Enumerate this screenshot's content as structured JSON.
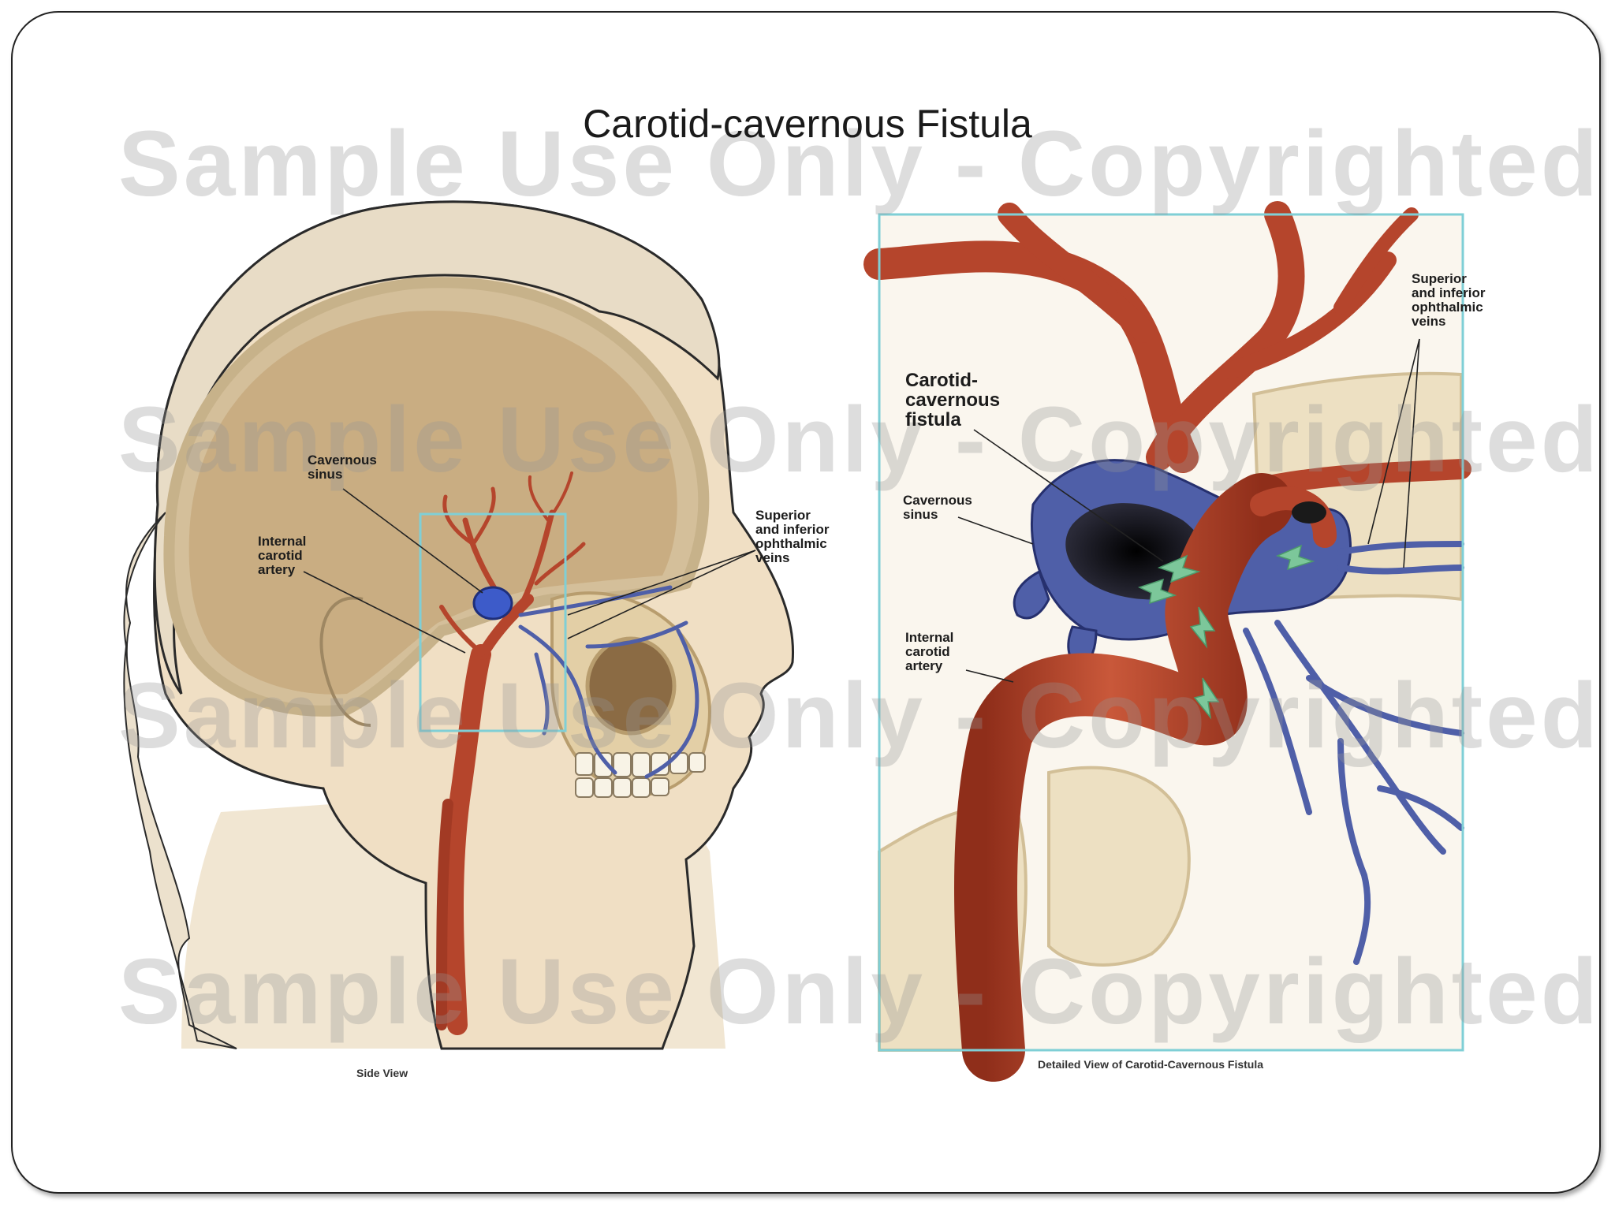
{
  "title": "Carotid-cavernous Fistula",
  "watermark": "Sample Use Only - Copyrighted",
  "side_view": {
    "caption": "Side View",
    "labels": {
      "cavernous_sinus": "Cavernous\nsinus",
      "internal_carotid_artery": "Internal\ncarotid\nartery",
      "ophthalmic_veins": "Superior\nand inferior\nophthalmic\nveins"
    }
  },
  "detail_view": {
    "caption": "Detailed View of Carotid-Cavernous Fistula",
    "labels": {
      "fistula": "Carotid-\ncavernous\nfistula",
      "cavernous_sinus": "Cavernous\nsinus",
      "internal_carotid_artery": "Internal\ncarotid\nartery",
      "ophthalmic_veins": "Superior\nand inferior\nophthalmic\nveins"
    }
  },
  "colors": {
    "artery": "#b5452c",
    "vein": "#4f5fa8",
    "skin": "#efe1c8",
    "frame": "#7fcfd6",
    "flow_arrow": "#7cc79a"
  }
}
